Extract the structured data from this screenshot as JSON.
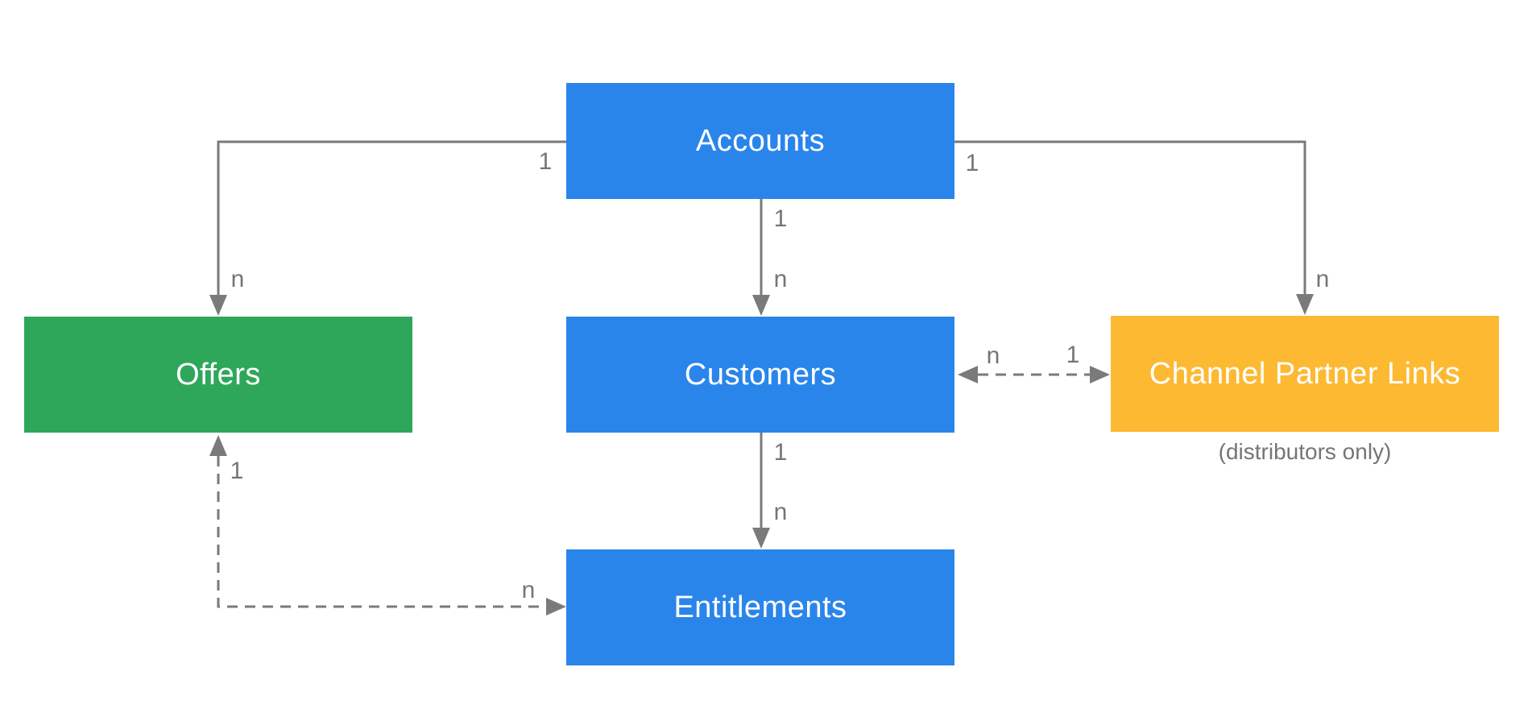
{
  "diagram": {
    "colors": {
      "entity_blue": "#2A85EB",
      "entity_green": "#2FA75A",
      "entity_orange": "#FDB932",
      "connector_gray": "#7A7A7A",
      "label_gray": "#757575"
    },
    "entities": [
      {
        "id": "accounts",
        "label": "Accounts",
        "color": "#2A85EB"
      },
      {
        "id": "offers",
        "label": "Offers",
        "color": "#2FA75A"
      },
      {
        "id": "customers",
        "label": "Customers",
        "color": "#2A85EB"
      },
      {
        "id": "channel_partner_links",
        "label": "Channel Partner Links",
        "color": "#FDB932",
        "note": "(distributors only)"
      },
      {
        "id": "entitlements",
        "label": "Entitlements",
        "color": "#2A85EB"
      }
    ],
    "relationships": [
      {
        "from": "Accounts",
        "to": "Offers",
        "from_card": "1",
        "to_card": "n",
        "line": "solid",
        "bidirectional": false
      },
      {
        "from": "Accounts",
        "to": "Customers",
        "from_card": "1",
        "to_card": "n",
        "line": "solid",
        "bidirectional": false
      },
      {
        "from": "Accounts",
        "to": "Channel Partner Links",
        "from_card": "1",
        "to_card": "n",
        "line": "solid",
        "bidirectional": false
      },
      {
        "from": "Customers",
        "to": "Channel Partner Links",
        "from_card": "n",
        "to_card": "1",
        "line": "dashed",
        "bidirectional": true
      },
      {
        "from": "Customers",
        "to": "Entitlements",
        "from_card": "1",
        "to_card": "n",
        "line": "solid",
        "bidirectional": false
      },
      {
        "from": "Offers",
        "to": "Entitlements",
        "from_card": "1",
        "to_card": "n",
        "line": "dashed",
        "bidirectional": false
      }
    ]
  }
}
